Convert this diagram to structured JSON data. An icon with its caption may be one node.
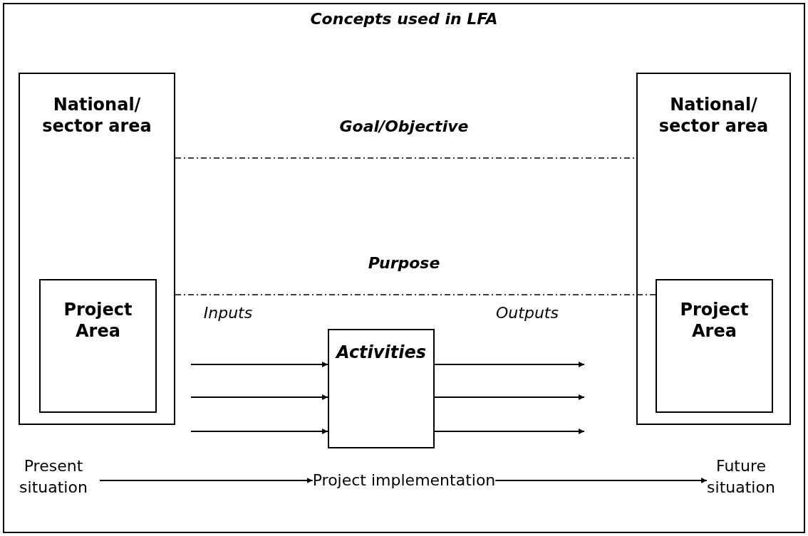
{
  "diagram": {
    "title": "Concepts used in LFA",
    "nodes": [
      {
        "text": [
          "National/ sector area"
        ]
      },
      {
        "text": [
          "Project Area"
        ],
        "in": 0
      },
      {
        "text": [
          "Activities"
        ]
      },
      {
        "text": [
          "National/ sector area"
        ]
      },
      {
        "text": [
          "Project Area"
        ],
        "in": 3
      },
      {
        "text": [
          "Present situation"
        ]
      },
      {
        "text": [
          "Project implementation"
        ]
      },
      {
        "text": [
          "Future situation"
        ]
      }
    ],
    "edges": [
      {
        "from": 0,
        "to": 3,
        "arrow": "none",
        "style": "dashed"
      },
      {
        "from": 0,
        "to": 4,
        "arrow": "none",
        "style": "dashed"
      },
      {
        "from": null,
        "to": 2,
        "arrow": "to"
      },
      {
        "from": null,
        "to": 2,
        "arrow": "to"
      },
      {
        "from": null,
        "to": 2,
        "arrow": "to"
      },
      {
        "from": 2,
        "to": null,
        "arrow": "to"
      },
      {
        "from": 2,
        "to": null,
        "arrow": "to"
      },
      {
        "from": 2,
        "to": null,
        "arrow": "to"
      },
      {
        "from": 5,
        "to": 6,
        "arrow": "to"
      },
      {
        "from": 6,
        "to": 7,
        "arrow": "to"
      }
    ],
    "labels": [
      "Goal/Objective",
      "Purpose",
      "Inputs",
      "Outputs"
    ]
  }
}
